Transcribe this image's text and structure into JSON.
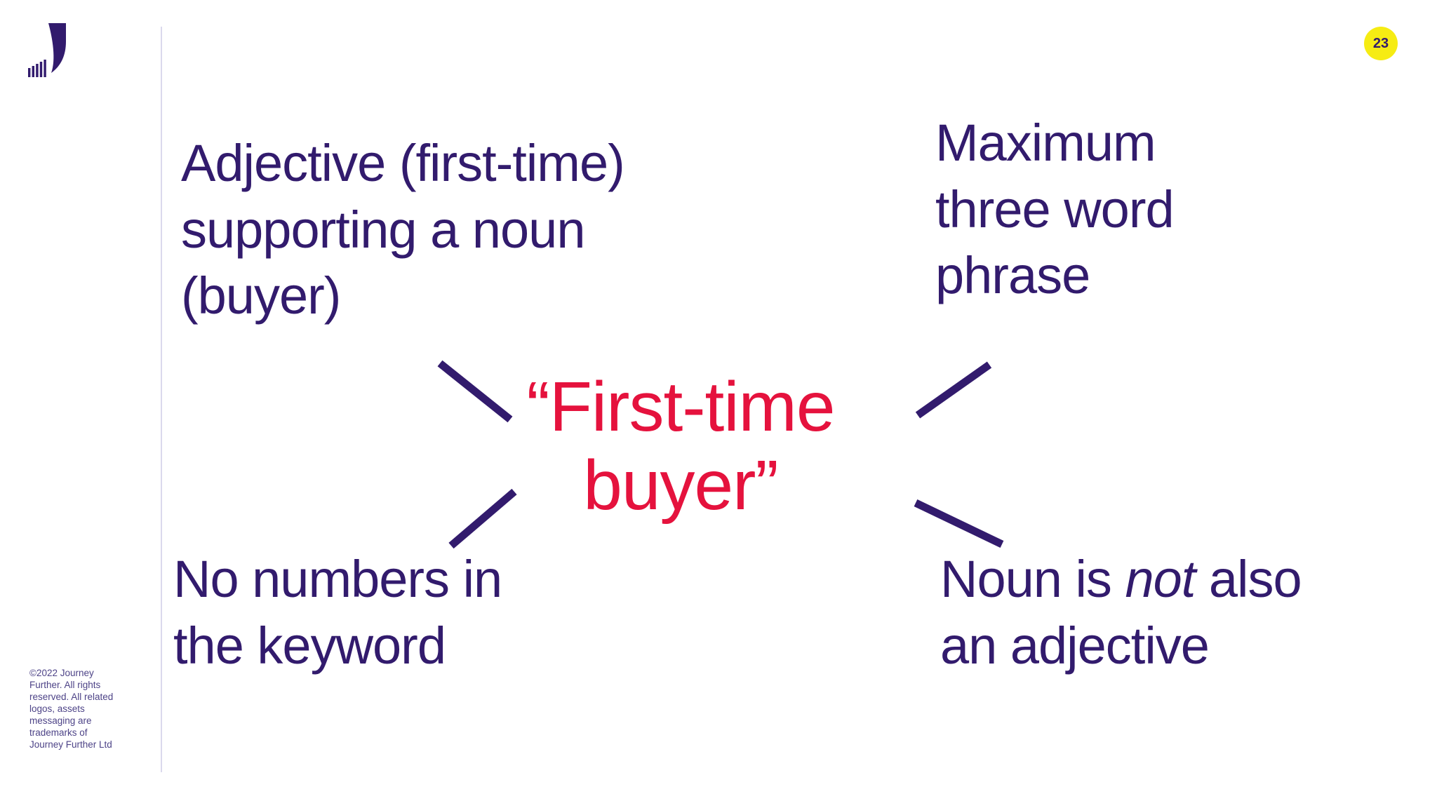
{
  "slide": {
    "page_number": "23",
    "center_keyword": "“First-time\nbuyer”",
    "labels": {
      "top_left": "Adjective (first-time)\nsupporting a noun\n(buyer)",
      "top_right": "Maximum\nthree word\nphrase",
      "bottom_left": "No numbers in\nthe keyword",
      "bottom_right_prefix": "Noun is ",
      "bottom_right_italic": "not",
      "bottom_right_suffix": " also an adjective"
    },
    "footer": "©2022 Journey\nFurther. All rights\nreserved. All related\nlogos, assets\nmessaging are\ntrademarks of\nJourney Further Ltd",
    "icons": {
      "logo": "journey-further-logo",
      "connectors": [
        "connector-top-left",
        "connector-bottom-left",
        "connector-top-right",
        "connector-bottom-right"
      ]
    },
    "colors": {
      "indigo": "#321b6d",
      "red": "#e5123d",
      "badge_yellow": "#f6ec13",
      "divider": "#dbd9ed",
      "footer_text": "#4d4387"
    }
  }
}
